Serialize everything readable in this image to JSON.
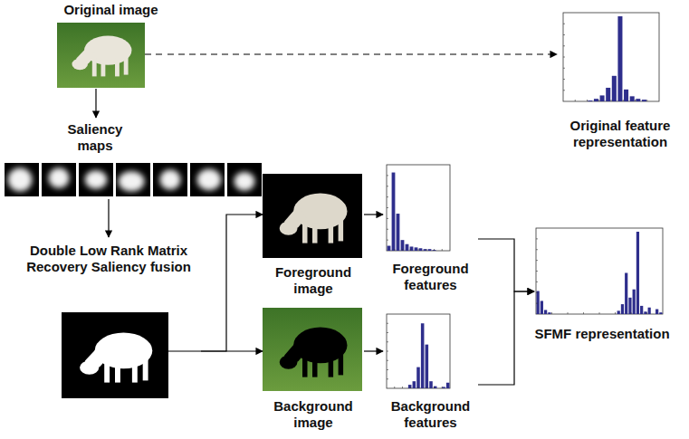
{
  "diagram": {
    "nodes": [
      {
        "text": [
          "Original image"
        ]
      },
      {
        "text": [
          "Saliency maps"
        ]
      },
      {
        "text": [
          "Double Low Rank Matrix Recovery Saliency fusion"
        ]
      },
      {
        "text": [
          "Foreground image"
        ]
      },
      {
        "text": [
          "Background image"
        ]
      },
      {
        "text": [
          "Foreground features"
        ]
      },
      {
        "text": [
          "Background features"
        ]
      },
      {
        "text": [
          "Original feature representation"
        ]
      },
      {
        "text": [
          "SFMF representation"
        ]
      }
    ],
    "edges": [
      {
        "from": 0,
        "to": 1,
        "arrow": "to"
      },
      {
        "from": 1,
        "to": 2,
        "arrow": "to"
      },
      {
        "from": 2,
        "to": 3,
        "arrow": "to"
      },
      {
        "from": 2,
        "to": 4,
        "arrow": "to"
      },
      {
        "from": 3,
        "to": 5,
        "arrow": "to"
      },
      {
        "from": 4,
        "to": 6,
        "arrow": "to"
      },
      {
        "from": 5,
        "to": 8,
        "arrow": "to"
      },
      {
        "from": 6,
        "to": 8,
        "arrow": "to"
      },
      {
        "from": 0,
        "to": 7,
        "arrow": "to"
      }
    ]
  }
}
